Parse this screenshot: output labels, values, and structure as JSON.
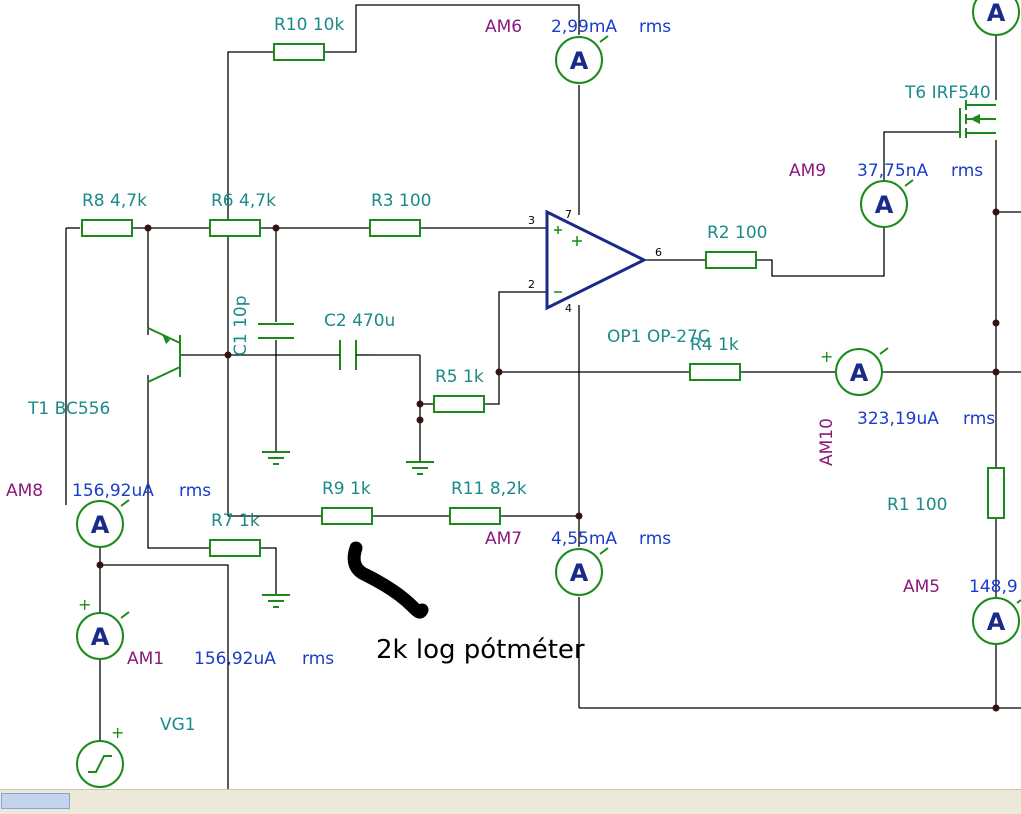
{
  "resistors": {
    "r10": "R10 10k",
    "r8": "R8 4,7k",
    "r6": "R6 4,7k",
    "r3": "R3 100",
    "r2": "R2 100",
    "r4": "R4 1k",
    "r5": "R5 1k",
    "r9": "R9 1k",
    "r11": "R11 8,2k",
    "r7": "R7 1k",
    "r1": "R1 100"
  },
  "capacitors": {
    "c1": "C1 10p",
    "c2": "C2 470u"
  },
  "transistors": {
    "t1": "T1 BC556",
    "t6": "T6 IRF540"
  },
  "opamp": {
    "name": "OP1 OP-27C",
    "pins": {
      "p3": "3",
      "p2": "2",
      "p7": "7",
      "p4": "4",
      "p6": "6"
    }
  },
  "source": {
    "name": "VG1"
  },
  "meters": {
    "am6": {
      "name": "AM6",
      "value": "2,99mA",
      "unit": "rms"
    },
    "am9": {
      "name": "AM9",
      "value": "37,75nA",
      "unit": "rms"
    },
    "am10": {
      "name": "AM10",
      "value": "323,19uA",
      "unit": "rms"
    },
    "am8": {
      "name": "AM8",
      "value": "156,92uA",
      "unit": "rms"
    },
    "am7": {
      "name": "AM7",
      "value": "4,55mA",
      "unit": "rms"
    },
    "am1": {
      "name": "AM1",
      "value": "156,92uA",
      "unit": "rms"
    },
    "am5": {
      "name": "AM5",
      "value": "148,9"
    }
  },
  "ammeter_symbol": "A",
  "annotation": "2k log pótméter",
  "colors": {
    "label": "#1a8a8a",
    "meter_name": "#8a1a7a",
    "meter_value": "#1a3ccc",
    "component": "#1a8a1a",
    "opamp": "#1a2a88"
  }
}
